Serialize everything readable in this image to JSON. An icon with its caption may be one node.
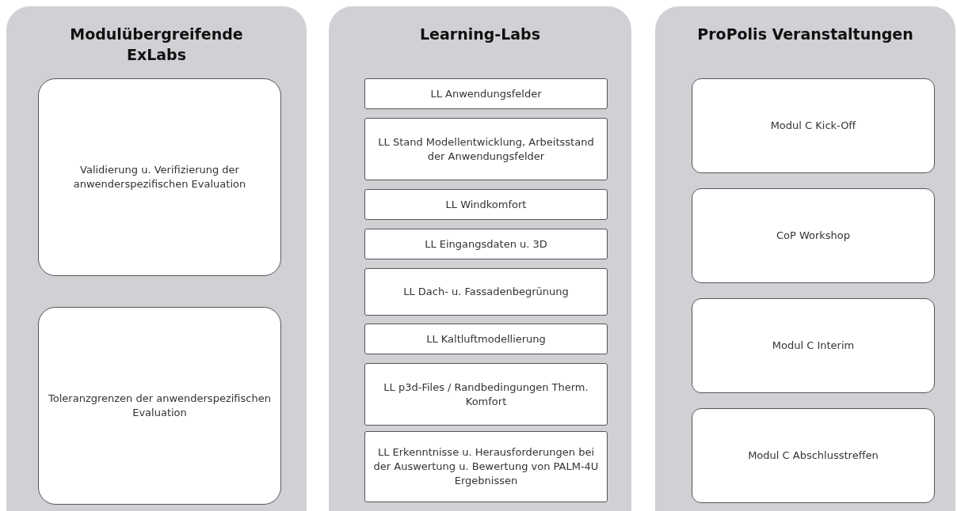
{
  "diagram": {
    "nodes": [
      {
        "text": [
          "Modulübergreifende ExLabs"
        ]
      },
      {
        "text": [
          "Validierung u. Verifizierung der anwenderspezifischen Evaluation"
        ],
        "in": 0
      },
      {
        "text": [
          "Toleranzgrenzen der anwenderspezifischen Evaluation"
        ],
        "in": 0
      },
      {
        "text": [
          "Learning-Labs"
        ]
      },
      {
        "text": [
          "LL Anwendungsfelder"
        ],
        "in": 3
      },
      {
        "text": [
          "LL Stand Modellentwicklung, Arbeitsstand der Anwendungsfelder"
        ],
        "in": 3
      },
      {
        "text": [
          "LL Windkomfort"
        ],
        "in": 3
      },
      {
        "text": [
          "LL Eingangsdaten u. 3D"
        ],
        "in": 3
      },
      {
        "text": [
          "LL Dach- u. Fassadenbegrünung"
        ],
        "in": 3
      },
      {
        "text": [
          "LL Kaltluftmodellierung"
        ],
        "in": 3
      },
      {
        "text": [
          "LL p3d-Files / Randbedingungen Therm. Komfort"
        ],
        "in": 3
      },
      {
        "text": [
          "LL Erkenntnisse u. Herausforderungen bei der Auswertung u. Bewertung von PALM-4U Ergebnissen"
        ],
        "in": 3
      },
      {
        "text": [
          "ProPolis Veranstaltungen"
        ]
      },
      {
        "text": [
          "Modul C Kick-Off"
        ],
        "in": 12
      },
      {
        "text": [
          "CoP Workshop"
        ],
        "in": 12
      },
      {
        "text": [
          "Modul C Interim"
        ],
        "in": 12
      },
      {
        "text": [
          "Modul C Abschlusstreffen"
        ],
        "in": 12
      }
    ]
  }
}
